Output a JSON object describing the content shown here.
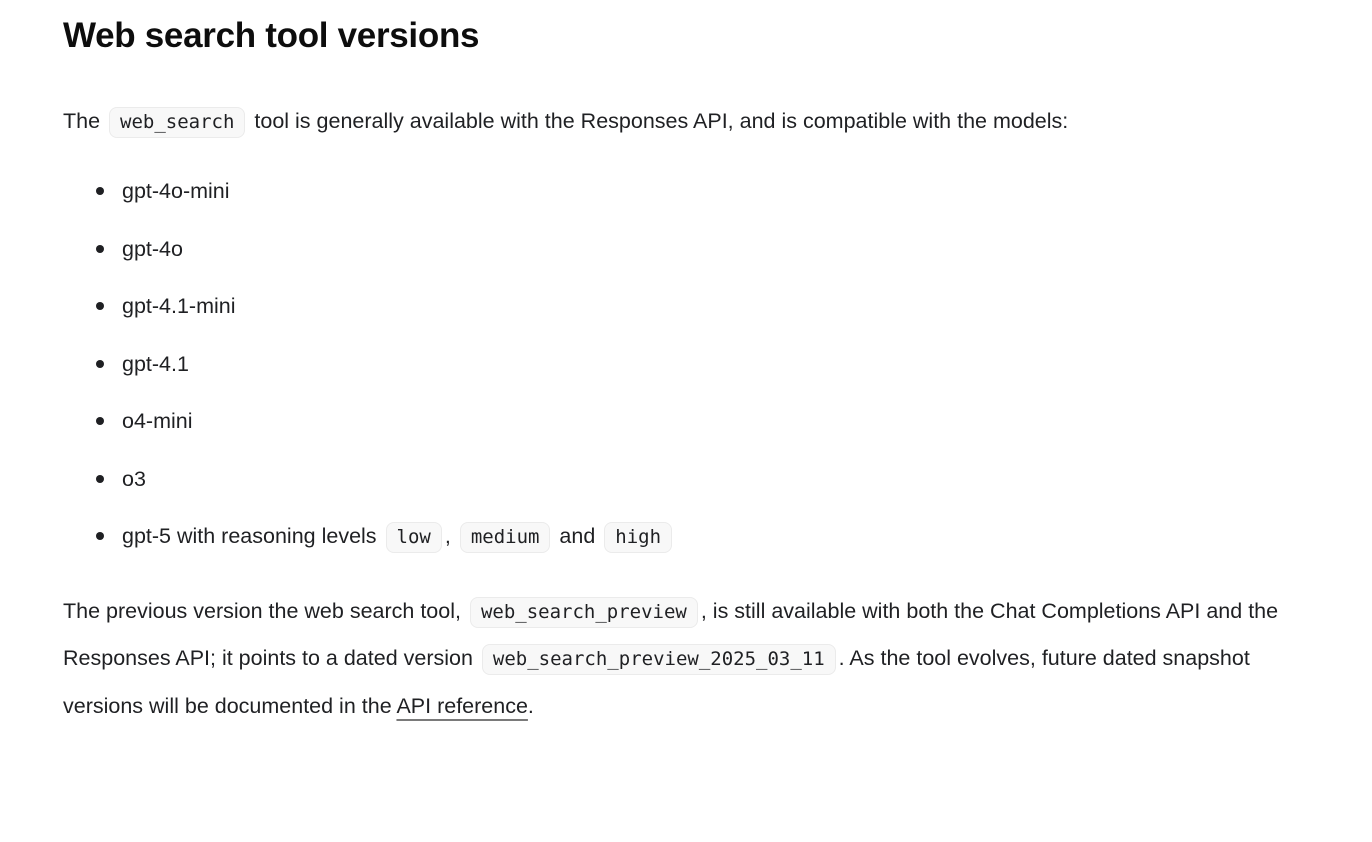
{
  "colors": {
    "background": "#ffffff",
    "heading_text": "#0d0d0d",
    "body_text": "#1f2023",
    "code_chip_bg": "#f8f8f8",
    "code_chip_border": "#ebebeb",
    "link_underline": "#7a7a7a"
  },
  "content": {
    "heading": "Web search tool versions",
    "intro": {
      "parts": [
        {
          "t": "text",
          "v": "The "
        },
        {
          "t": "code",
          "v": "web_search"
        },
        {
          "t": "text",
          "v": " tool is generally available with the Responses API, and is compatible with the models:"
        }
      ]
    },
    "models_list": [
      {
        "parts": [
          {
            "t": "text",
            "v": "gpt-4o-mini"
          }
        ]
      },
      {
        "parts": [
          {
            "t": "text",
            "v": "gpt-4o"
          }
        ]
      },
      {
        "parts": [
          {
            "t": "text",
            "v": "gpt-4.1-mini"
          }
        ]
      },
      {
        "parts": [
          {
            "t": "text",
            "v": "gpt-4.1"
          }
        ]
      },
      {
        "parts": [
          {
            "t": "text",
            "v": "o4-mini"
          }
        ]
      },
      {
        "parts": [
          {
            "t": "text",
            "v": "o3"
          }
        ]
      },
      {
        "parts": [
          {
            "t": "text",
            "v": "gpt-5 with reasoning levels "
          },
          {
            "t": "code",
            "v": "low"
          },
          {
            "t": "text",
            "v": ", "
          },
          {
            "t": "code",
            "v": "medium"
          },
          {
            "t": "text",
            "v": " and "
          },
          {
            "t": "code",
            "v": "high"
          }
        ]
      }
    ],
    "outro": {
      "parts": [
        {
          "t": "text",
          "v": "The previous version the web search tool, "
        },
        {
          "t": "code",
          "v": "web_search_preview"
        },
        {
          "t": "text",
          "v": ", is still available with both the Chat Completions API and the Responses API; it points to a dated version "
        },
        {
          "t": "code",
          "v": "web_search_preview_2025_03_11"
        },
        {
          "t": "text",
          "v": ". As the tool evolves, future dated snapshot versions will be documented in the "
        },
        {
          "t": "link",
          "v": "API reference"
        },
        {
          "t": "text",
          "v": "."
        }
      ]
    }
  }
}
